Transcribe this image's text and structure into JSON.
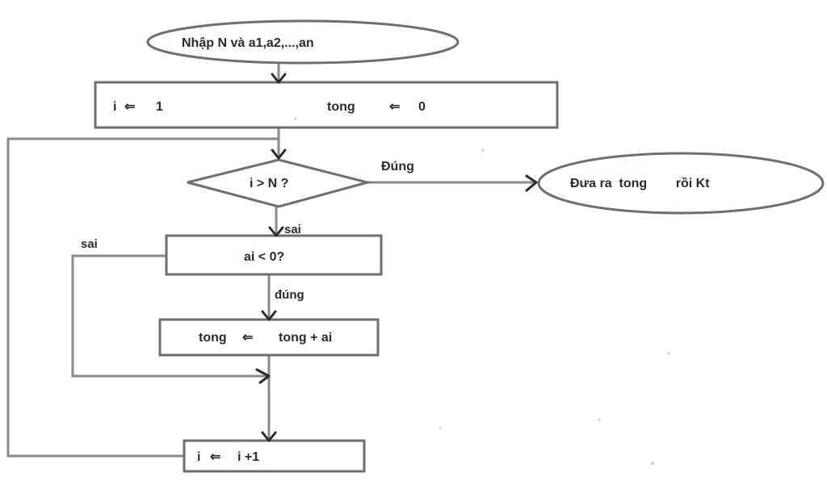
{
  "flowchart": {
    "start": "Nhập N và a1,a2,...,an",
    "init_i": "i",
    "init_i_value": "1",
    "init_tong": "tong",
    "init_tong_value": "0",
    "cond_i": "i  >  N ?",
    "cond_i_true": "Đúng",
    "cond_i_false": "sai",
    "end": "Đưa ra  tong        rồi Kt",
    "cond_a": "ai  <  0?",
    "cond_a_true": "đúng",
    "cond_a_false": "sai",
    "sum": "tong",
    "sum_expr": "tong + ai",
    "inc": "i",
    "inc_expr": "i +1",
    "assign_arrow": "⇐"
  }
}
